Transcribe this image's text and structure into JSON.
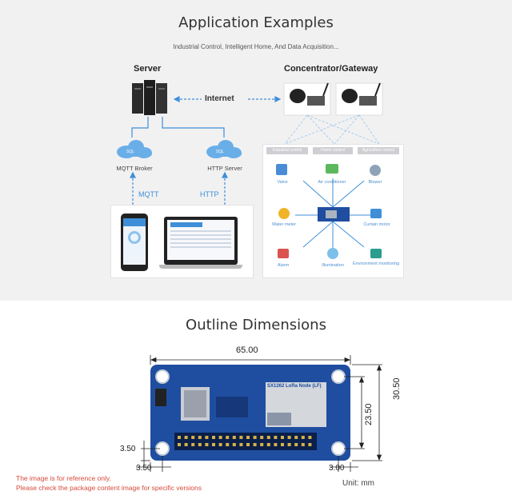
{
  "top": {
    "title": "Application Examples",
    "subtitle": "Industrial Control, Intelligent Home, And Data Acquisition...",
    "server_label": "Server",
    "gateway_label": "Concentrator/Gateway",
    "internet_label": "Internet",
    "mqtt_broker_label": "MQTT Broker",
    "http_server_label": "HTTP Server",
    "mqtt_label": "MQTT",
    "http_label": "HTTP",
    "sql_label": "SQL",
    "zones": [
      "Industrial control",
      "Home control",
      "Agriculture control"
    ],
    "devices": [
      "Valve",
      "Air conditioner",
      "Blower",
      "Water meter",
      "Curtain motor",
      "Alarm",
      "Illumination",
      "Environment monitoring"
    ]
  },
  "bottom": {
    "title": "Outline Dimensions",
    "width_dim": "65.00",
    "height_dim": "30.50",
    "inner_height_dim": "23.50",
    "hole_offset_y": "3.50",
    "hole_offset_x": "3.50",
    "hole_offset_right": "3.00",
    "module_label": "SX1262 LoRa Node (LF)",
    "disclaimer_line1": "The image is for reference only.",
    "disclaimer_line2": "Please check the package content image for specific versions",
    "unit": "Unit: mm"
  },
  "colors": {
    "accent": "#3f8fd8",
    "board": "#1f4ea0",
    "disclaimer": "#d64a3a"
  }
}
